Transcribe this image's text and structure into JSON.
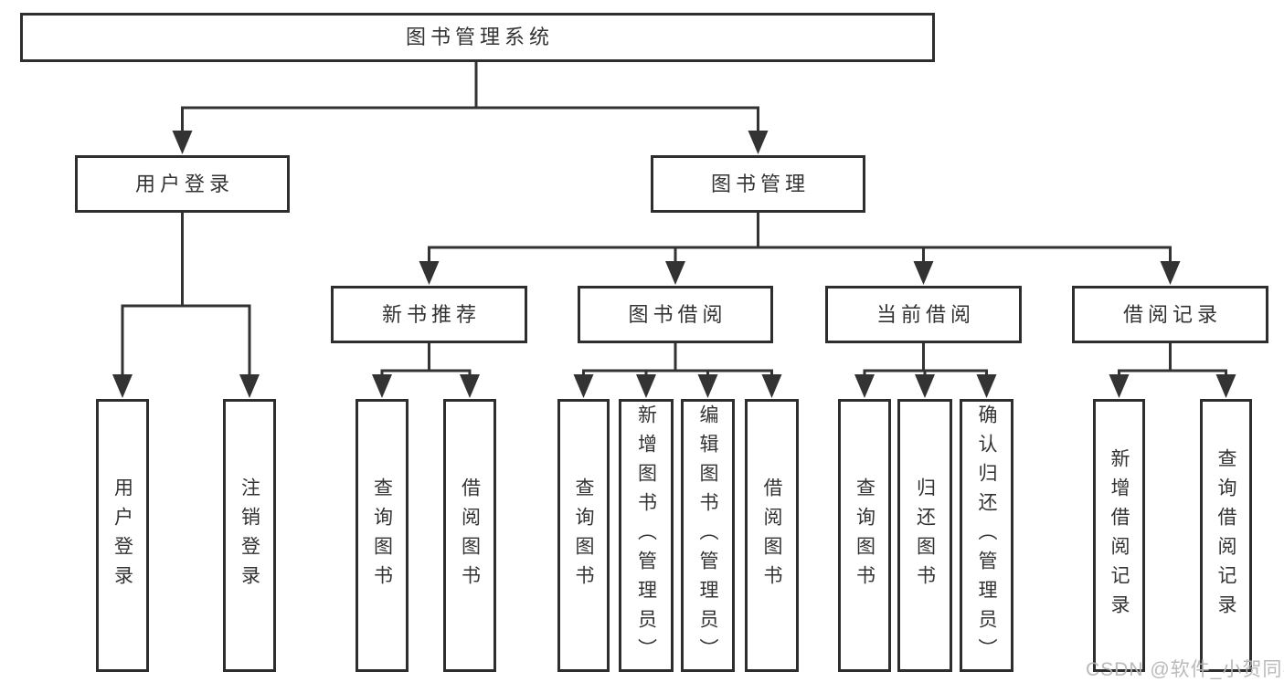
{
  "diagram": {
    "title_note": "library management system functional structure diagram",
    "nodes": {
      "root": {
        "label": "图书管理系统"
      },
      "user_login": {
        "label": "用户登录"
      },
      "book_mgmt": {
        "label": "图书管理"
      },
      "new_book_rec": {
        "label": "新书推荐"
      },
      "book_borrow": {
        "label": "图书借阅"
      },
      "current_borrow": {
        "label": "当前借阅"
      },
      "borrow_records": {
        "label": "借阅记录"
      },
      "leaf_user_login": {
        "label": "用户登录"
      },
      "leaf_logout": {
        "label": "注销登录"
      },
      "leaf_query_book_1": {
        "label": "查询图书"
      },
      "leaf_borrow_book_1": {
        "label": "借阅图书"
      },
      "leaf_query_book_2": {
        "label": "查询图书"
      },
      "leaf_add_book": {
        "label": "新增图书（管理员）"
      },
      "leaf_edit_book": {
        "label": "编辑图书（管理员）"
      },
      "leaf_borrow_book_2": {
        "label": "借阅图书"
      },
      "leaf_query_book_3": {
        "label": "查询图书"
      },
      "leaf_return_book": {
        "label": "归还图书"
      },
      "leaf_confirm_return": {
        "label": "确认归还（管理员）"
      },
      "leaf_add_record": {
        "label": "新增借阅记录"
      },
      "leaf_query_record": {
        "label": "查询借阅记录"
      }
    }
  },
  "watermark": {
    "text": "CSDN @软件_小贺同学"
  },
  "colors": {
    "line": "#333333",
    "box_border": "#2e2e2e",
    "text": "#333333",
    "watermark": "#b5b5b5",
    "background": "#ffffff"
  }
}
